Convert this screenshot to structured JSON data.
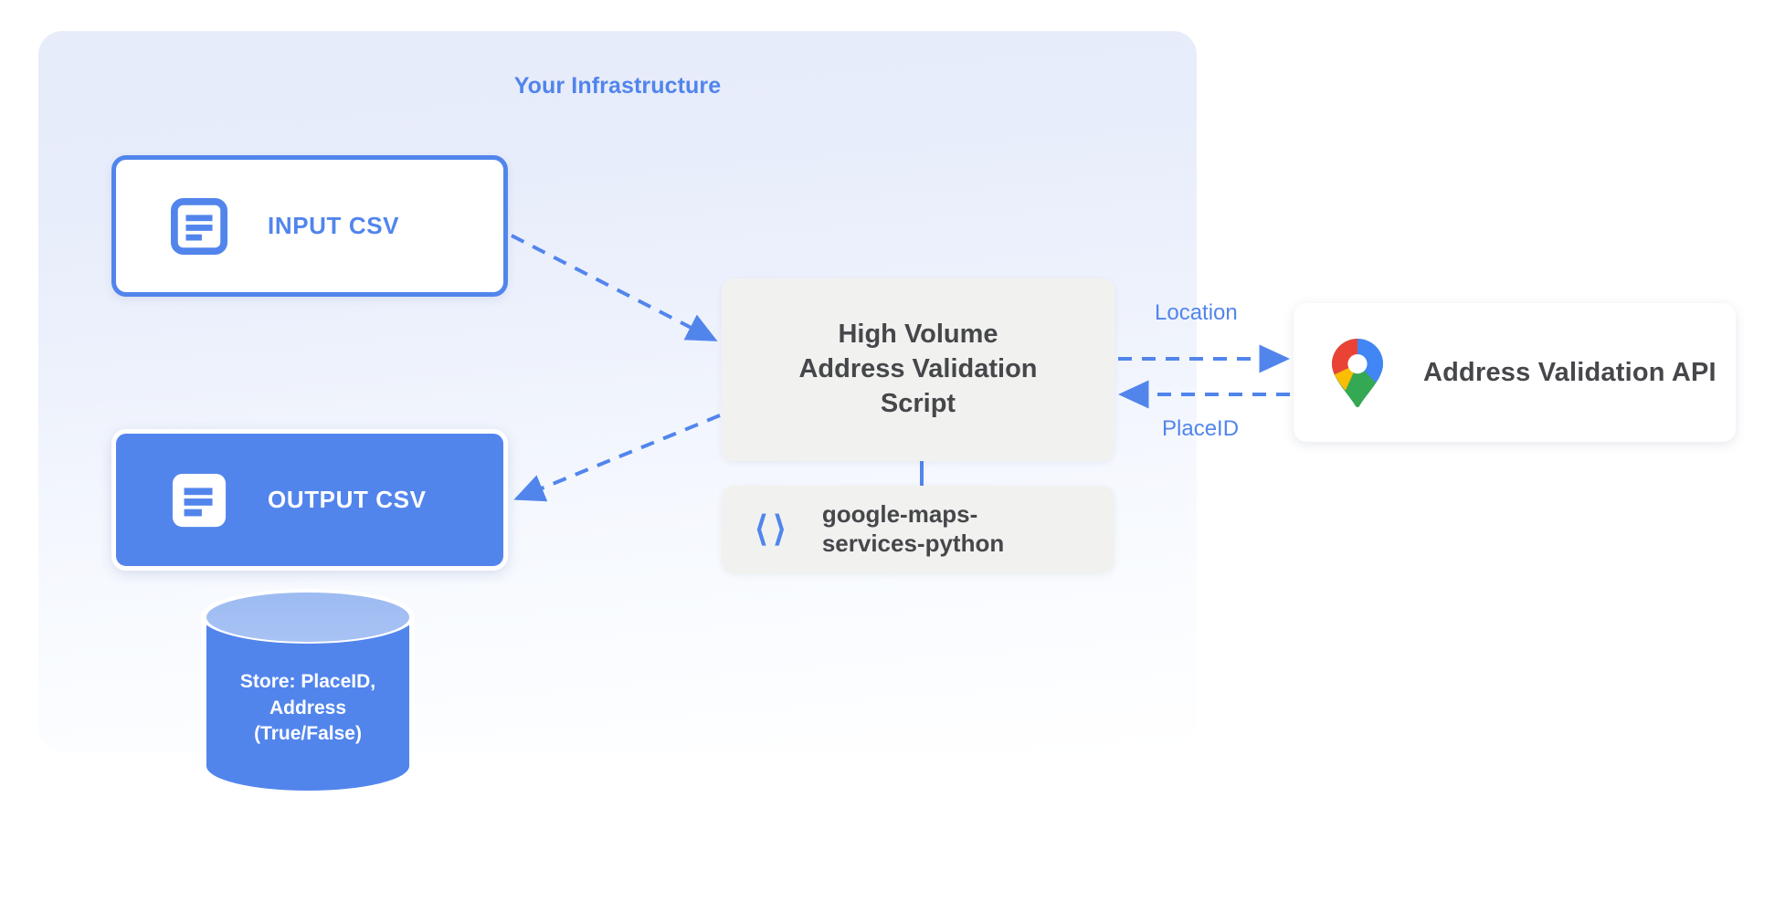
{
  "diagram": {
    "title": "Your Infrastructure",
    "accent_color": "#5285ec",
    "panel_bg": "#e6ecfa",
    "card_bg": "#f1f2f0",
    "text_color": "#46474a"
  },
  "nodes": {
    "input_csv": {
      "label": "INPUT CSV",
      "icon": "document-icon"
    },
    "output_csv": {
      "label": "OUTPUT CSV",
      "icon": "document-icon"
    },
    "script": {
      "line1": "High Volume",
      "line2": "Address Validation",
      "line3": "Script"
    },
    "library": {
      "icon": "code-brackets-icon",
      "line1": "google-maps-",
      "line2": "services-python"
    },
    "api": {
      "label": "Address Validation API",
      "icon": "google-maps-pin-icon"
    },
    "database": {
      "line1": "Store: PlaceID,",
      "line2": "Address",
      "line3": "(True/False)"
    }
  },
  "edges": [
    {
      "name": "input-to-script",
      "label": "",
      "style": "dashed",
      "direction": "right-down"
    },
    {
      "name": "script-to-output",
      "label": "",
      "style": "dashed",
      "direction": "left-down"
    },
    {
      "name": "script-to-api",
      "label": "Location",
      "style": "dashed",
      "direction": "right"
    },
    {
      "name": "api-to-script",
      "label": "PlaceID",
      "style": "dashed",
      "direction": "left"
    },
    {
      "name": "script-to-library",
      "label": "",
      "style": "solid",
      "direction": "down"
    }
  ],
  "labels": {
    "location": "Location",
    "placeid": "PlaceID"
  }
}
